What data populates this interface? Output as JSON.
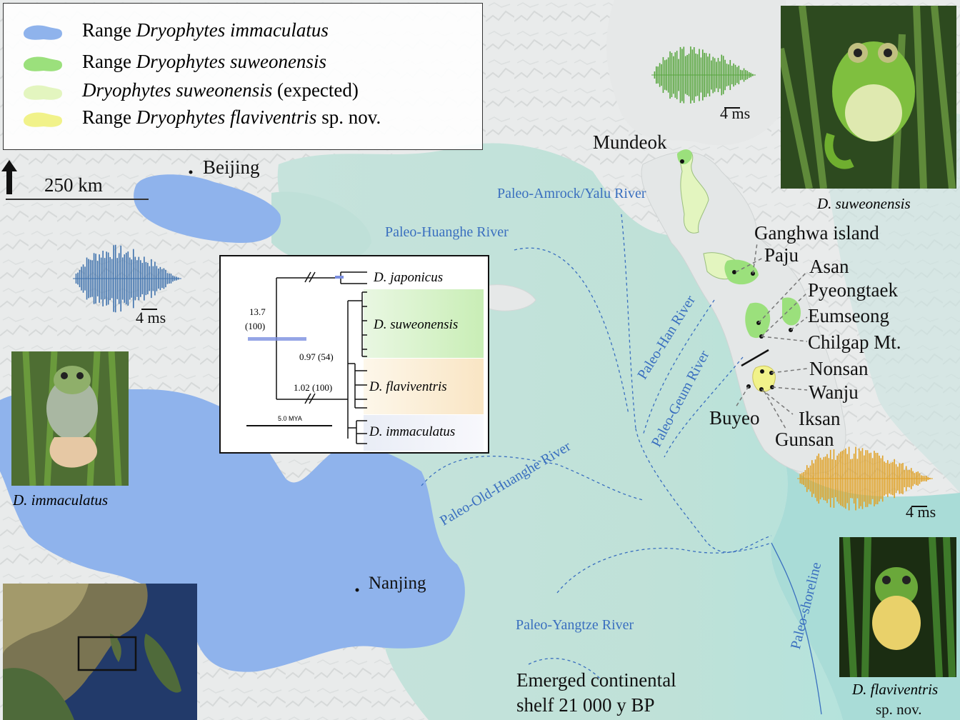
{
  "colors": {
    "sea": "#cfe6e4",
    "shelf": "#bfe0d8",
    "land": "#eceeee",
    "immaculatus": "#8fb3ec",
    "suweonensis": "#9be07c",
    "suweonensis_expected": "#e3f5bf",
    "flaviventris": "#f1f28a",
    "river": "#3a6fbf"
  },
  "legend": {
    "items": [
      {
        "prefix": "Range ",
        "species": "Dryophytes immaculatus",
        "suffix": "",
        "swatch_color": "#8fb3ec"
      },
      {
        "prefix": "Range ",
        "species": "Dryophytes suweonensis",
        "suffix": "",
        "swatch_color": "#9be07c"
      },
      {
        "prefix": "",
        "species": "Dryophytes suweonensis",
        "suffix": " (expected)",
        "swatch_color": "#e3f5bf"
      },
      {
        "prefix": "Range ",
        "species": "Dryophytes flaviventris",
        "suffix": " sp. nov.",
        "swatch_color": "#f1f28a"
      }
    ]
  },
  "scale_bar": {
    "label": "250 km"
  },
  "north_arrow": {
    "icon": "north-arrow-icon"
  },
  "cities": {
    "beijing": "Beijing",
    "nanjing": "Nanjing"
  },
  "rivers": {
    "amrock": "Paleo-Amrock/Yalu River",
    "huanghe": "Paleo-Huanghe River",
    "han": "Paleo-Han River",
    "geum": "Paleo-Geum River",
    "old_huanghe": "Paleo-Old-Huanghe River",
    "yangtze": "Paleo-Yangtze River",
    "shoreline": "Paleo-shoreline"
  },
  "localities": {
    "mundeok": "Mundeok",
    "ganghwa": "Ganghwa island",
    "paju": "Paju",
    "asan": "Asan",
    "pyeongtaek": "Pyeongtaek",
    "eumseong": "Eumseong",
    "chilgap": "Chilgap Mt.",
    "nonsan": "Nonsan",
    "wanju": "Wanju",
    "buyeo": "Buyeo",
    "iksan": "Iksan",
    "gunsan": "Gunsan"
  },
  "calls": {
    "suweonensis_scale": "4 ms",
    "immaculatus_scale": "4 ms",
    "flaviventris_scale": "4 ms",
    "suweonensis_color": "#58a63f",
    "immaculatus_color": "#3f72ad",
    "flaviventris_color": "#e0a126"
  },
  "photos": {
    "suweonensis_caption": "D. suweonensis",
    "immaculatus_caption": "D. immaculatus",
    "flaviventris_caption_1": "D. flaviventris",
    "flaviventris_caption_2": "sp. nov."
  },
  "tree": {
    "clades": {
      "japonicus": "D. japonicus",
      "suweonensis": "D. suweonensis",
      "flaviventris": "D. flaviventris",
      "immaculatus": "D. immaculatus"
    },
    "nodes": {
      "root_age": "13.7",
      "root_support": "(100)",
      "n1": "0.97 (54)",
      "n2": "1.02 (100)"
    },
    "scale": "5.0 MYA"
  },
  "shelf_note": {
    "line1": "Emerged continental",
    "line2": "shelf 21 000 y BP"
  }
}
